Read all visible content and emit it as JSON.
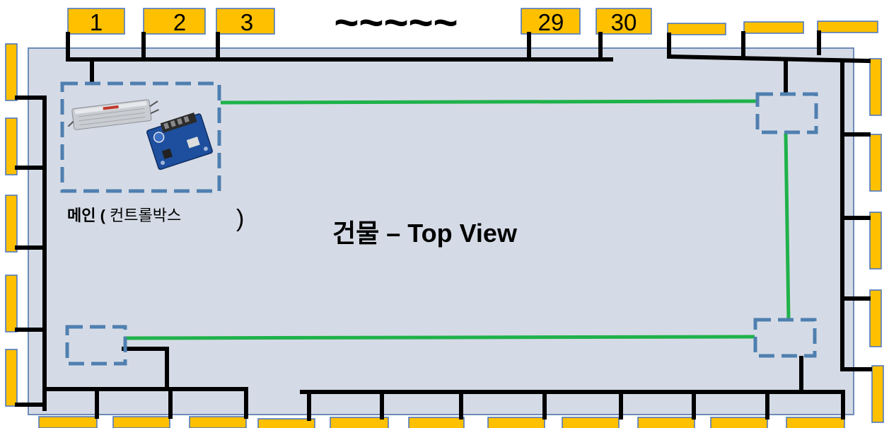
{
  "diagram": {
    "building_title": "건물 – Top View",
    "main_box_label": {
      "bold_part": "메인 (",
      "normal_part": " 컨트롤박스",
      "close": ")"
    },
    "top_numbered_units": [
      "1",
      "2",
      "3",
      "29",
      "30"
    ],
    "ellipsis": "~~~~~",
    "colors": {
      "building_fill": "#d5dbe6",
      "building_border": "#6e8cb8",
      "unit_fill": "#ffc000",
      "unit_border": "#4472c4",
      "wire": "#000000",
      "link": "#1fb24a",
      "dashed_box": "#4f7fb0"
    },
    "icons": [
      "power-supply-icon",
      "controller-board-icon"
    ]
  }
}
